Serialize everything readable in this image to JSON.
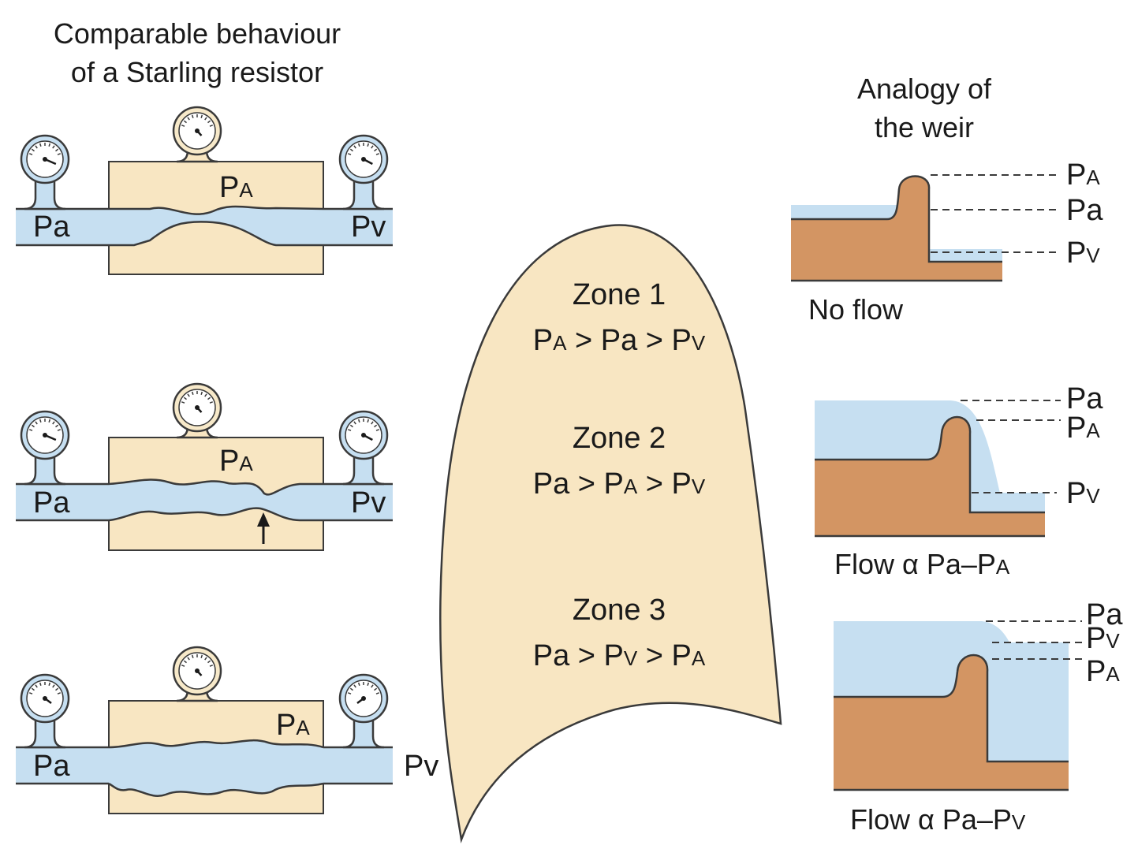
{
  "colors": {
    "chamber": "#f8e6c2",
    "fluid": "#c6dff1",
    "weir": "#d39563",
    "outline": "#3a3a3a",
    "gauge_face": "#f7e9c9"
  },
  "icons": [
    "pressure-gauge-icon",
    "arrow-up-icon"
  ],
  "left_title": {
    "line1": "Comparable behaviour",
    "line2": "of a Starling resistor"
  },
  "right_title": {
    "line1": "Analogy of",
    "line2": "the weir"
  },
  "resistors": [
    {
      "pa": "Pa",
      "pv": "Pv",
      "palv": "P",
      "palv_sub": "A"
    },
    {
      "pa": "Pa",
      "pv": "Pv",
      "palv": "P",
      "palv_sub": "A"
    },
    {
      "pa": "Pa",
      "pv": "Pv",
      "palv": "P",
      "palv_sub": "A"
    }
  ],
  "lung": {
    "zones": [
      {
        "name": "Zone 1",
        "rel": [
          [
            "P",
            "A"
          ],
          [
            " > ",
            ""
          ],
          [
            "Pa",
            ""
          ],
          [
            " > ",
            ""
          ],
          [
            "P",
            "V"
          ]
        ]
      },
      {
        "name": "Zone 2",
        "rel": [
          [
            "Pa",
            ""
          ],
          [
            " > ",
            ""
          ],
          [
            "P",
            "A"
          ],
          [
            " > ",
            ""
          ],
          [
            "P",
            "V"
          ]
        ]
      },
      {
        "name": "Zone 3",
        "rel": [
          [
            "Pa",
            ""
          ],
          [
            " > ",
            ""
          ],
          [
            "P",
            "V"
          ],
          [
            " > ",
            ""
          ],
          [
            "P",
            "A"
          ]
        ]
      }
    ]
  },
  "weirs": [
    {
      "caption": "No flow",
      "labels": [
        [
          "P",
          "A"
        ],
        [
          "Pa",
          ""
        ],
        [
          "P",
          "V"
        ]
      ]
    },
    {
      "caption_main": "Flow α Pa–P",
      "caption_sub": "A",
      "labels": [
        [
          "Pa",
          ""
        ],
        [
          "P",
          "A"
        ],
        [
          "P",
          "V"
        ]
      ]
    },
    {
      "caption_main": "Flow α Pa–P",
      "caption_sub": "V",
      "labels": [
        [
          "Pa",
          ""
        ],
        [
          "P",
          "V"
        ],
        [
          "P",
          "A"
        ]
      ]
    }
  ]
}
